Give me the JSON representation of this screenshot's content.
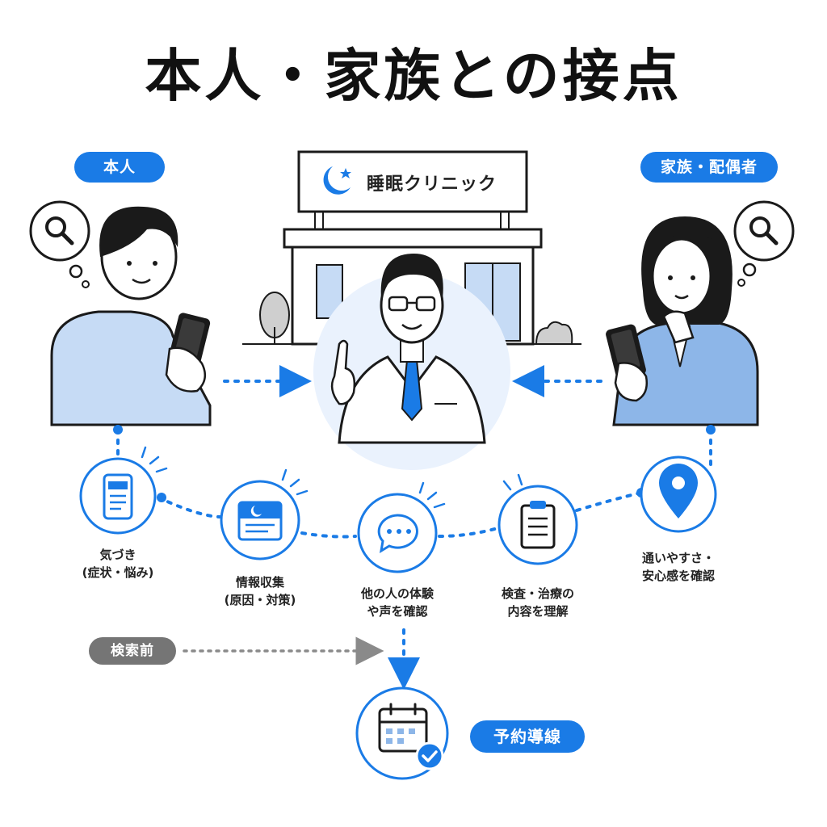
{
  "title": "本人・家族との接点",
  "clinic": {
    "sign_text": "睡眠クリニック",
    "sign_icon": "moon-star-icon"
  },
  "actors": {
    "patient_label": "本人",
    "family_label": "家族・配偶者"
  },
  "steps": [
    {
      "line1": "気づき",
      "line2": "(症状・悩み)",
      "icon": "smartphone-icon"
    },
    {
      "line1": "情報収集",
      "line2": "(原因・対策)",
      "icon": "sleep-info-card-icon"
    },
    {
      "line1": "他の人の体験",
      "line2": "や声を確認",
      "icon": "chat-bubble-icon"
    },
    {
      "line1": "検査・治療の",
      "line2": "内容を理解",
      "icon": "clipboard-icon"
    },
    {
      "line1": "通いやすさ・",
      "line2": "安心感を確認",
      "icon": "location-pin-icon"
    }
  ],
  "pre_search_label": "検索前",
  "booking_label": "予約導線",
  "colors": {
    "accent": "#1a7be6",
    "light_blue": "#c6dbf5",
    "mid_blue": "#8db6e8",
    "pale_circle": "#eaf2fd",
    "gray_pill": "#757575",
    "outline": "#1a1a1a"
  }
}
